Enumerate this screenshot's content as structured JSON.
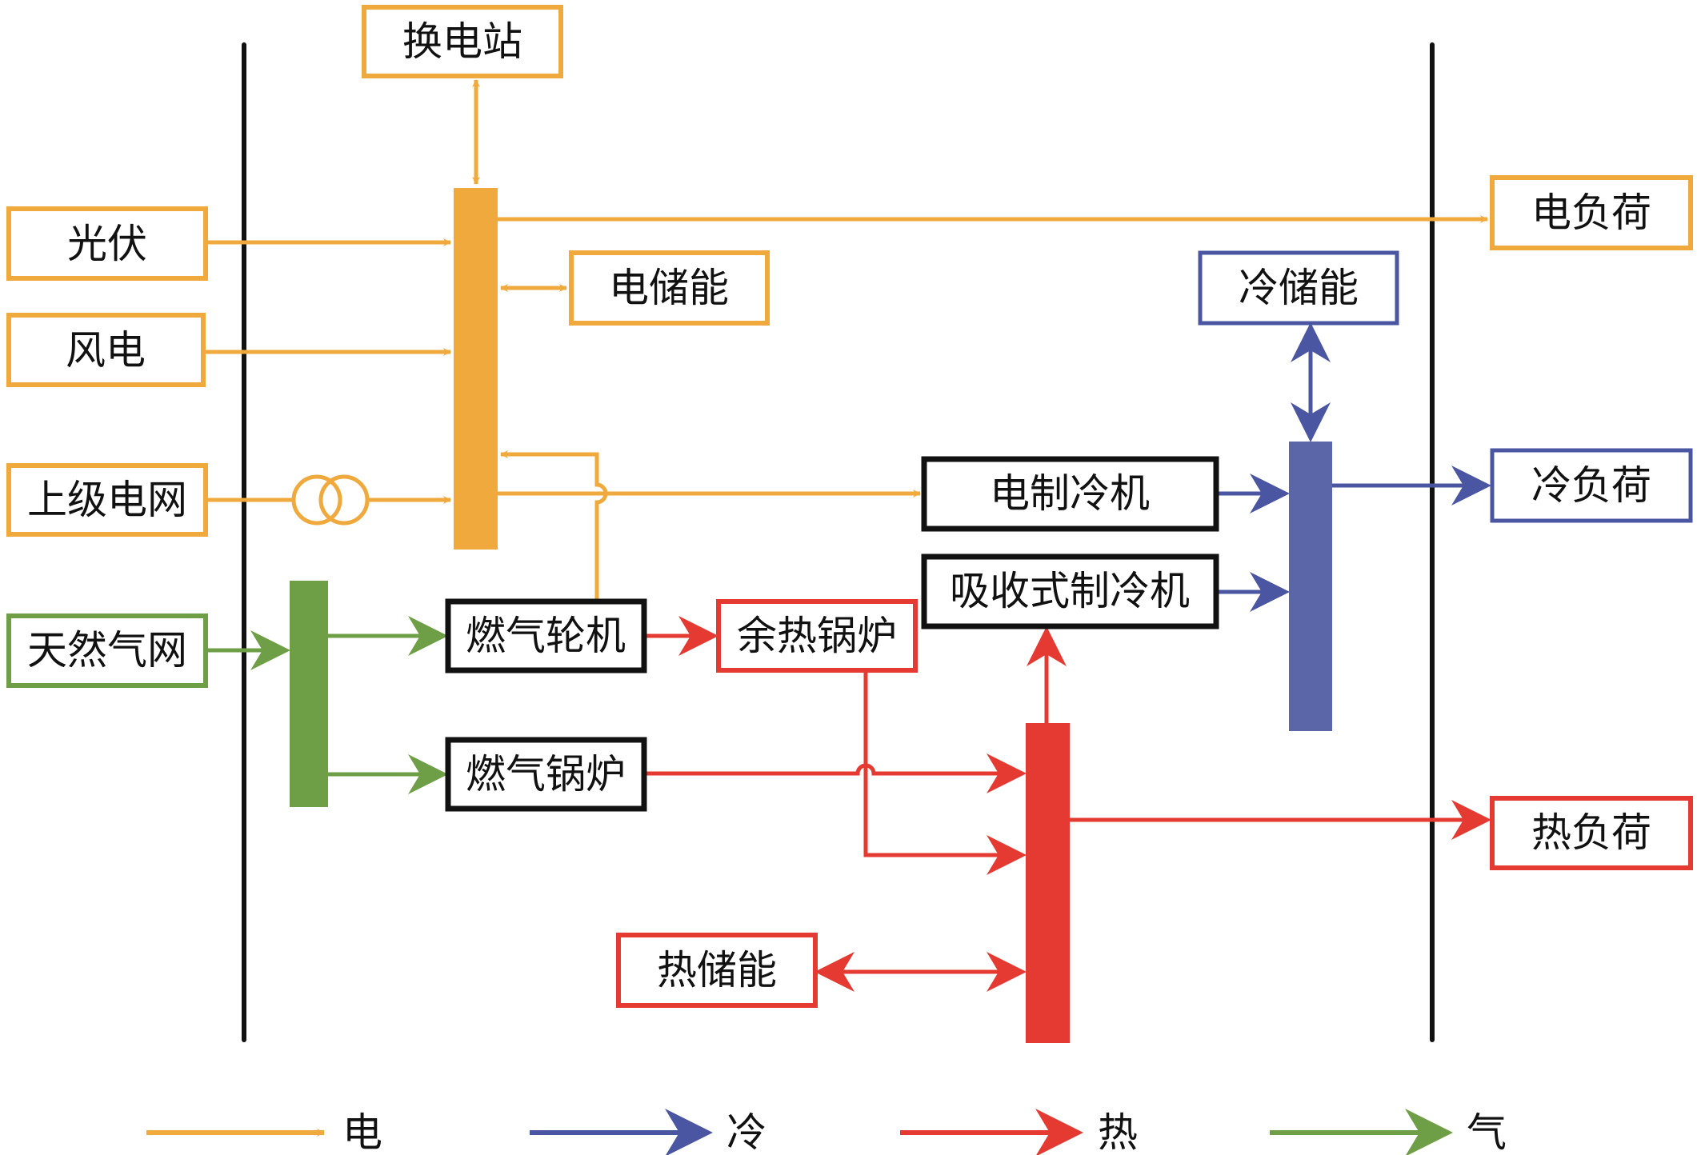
{
  "title": "综合能源系统能量流结构图",
  "colors": {
    "electric": "#f0a93c",
    "cold": "#4a56a2",
    "cold_bus": "#5b66a8",
    "heat": "#e53a32",
    "gas": "#6e9e45",
    "device": "#111111",
    "boundary": "#111111"
  },
  "nodes": {
    "swap_station": "换电站",
    "pv": "光伏",
    "wind": "风电",
    "elec_storage": "电储能",
    "upper_grid": "上级电网",
    "gas_grid": "天然气网",
    "gas_turbine": "燃气轮机",
    "waste_heat_boiler": "余热锅炉",
    "gas_boiler": "燃气锅炉",
    "electric_chiller": "电制冷机",
    "absorption_chiller": "吸收式制冷机",
    "cold_storage": "冷储能",
    "heat_storage": "热储能",
    "elec_load": "电负荷",
    "cold_load": "冷负荷",
    "heat_load": "热负荷"
  },
  "legend": [
    {
      "label": "电",
      "type": "electric"
    },
    {
      "label": "冷",
      "type": "cold"
    },
    {
      "label": "热",
      "type": "heat"
    },
    {
      "label": "气",
      "type": "gas"
    }
  ]
}
